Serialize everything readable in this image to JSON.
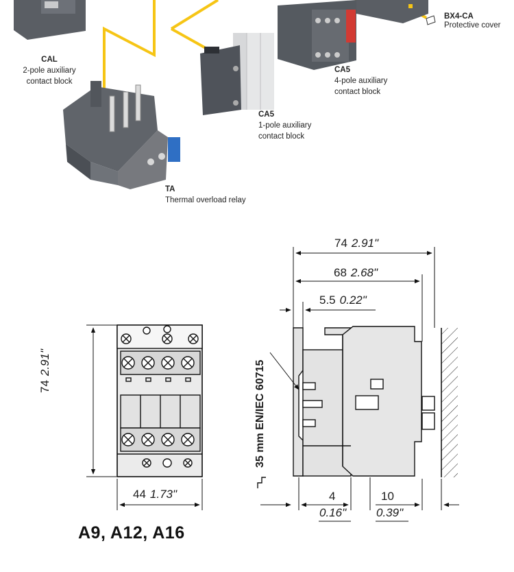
{
  "components": {
    "cal": {
      "code": "CAL",
      "line1": "2-pole auxiliary",
      "line2": "contact block"
    },
    "ca5_4": {
      "code": "CA5",
      "line1": "4-pole auxiliary",
      "line2": "contact block"
    },
    "ca5_1": {
      "code": "CA5",
      "line1": "1-pole auxiliary",
      "line2": "contact block"
    },
    "ta": {
      "code": "TA",
      "line1": "Thermal overload relay"
    },
    "bx4": {
      "code": "BX4-CA",
      "line1": "Protective cover"
    }
  },
  "front_view": {
    "height_mm": "74",
    "height_in": "2.91\"",
    "width_mm": "44",
    "width_in": "1.73\""
  },
  "side_view": {
    "depth_mm": "74",
    "depth_in": "2.91\"",
    "depth2_mm": "68",
    "depth2_in": "2.68\"",
    "offset_mm": "5.5",
    "offset_in": "0.22\"",
    "bottom_a_mm": "4",
    "bottom_a_in": "0.16\"",
    "bottom_b_mm": "10",
    "bottom_b_in": "0.39\"",
    "rail_label": "35 mm EN/IEC 60715"
  },
  "model_title": "A9, A12, A16",
  "colors": {
    "wire": "#f6c515",
    "body": "#5d6167",
    "accent_red": "#d23a33",
    "accent_blue": "#2f6fc4"
  }
}
